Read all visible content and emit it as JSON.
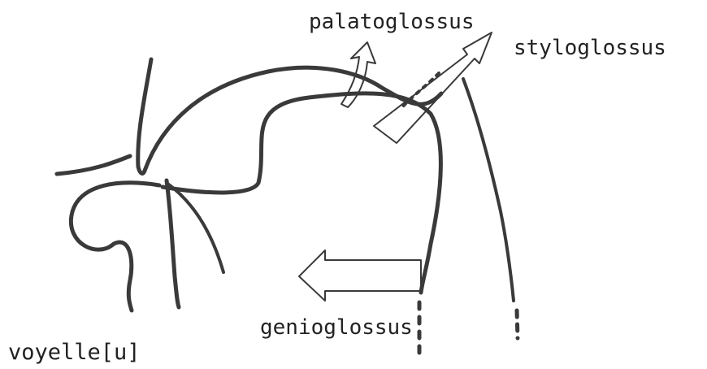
{
  "labels": {
    "palatoglossus": "palatoglossus",
    "styloglossus": "styloglossus",
    "genioglossus": "genioglossus",
    "vowel": "voyelle[u]"
  },
  "colors": {
    "ink": "#3a3a3a",
    "background": "#ffffff"
  }
}
